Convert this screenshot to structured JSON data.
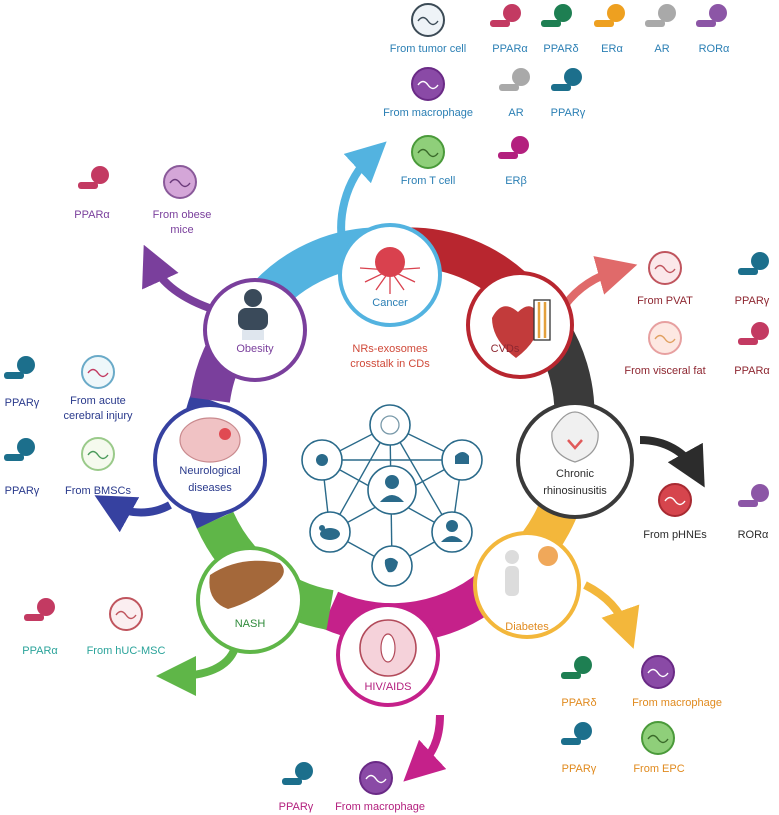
{
  "center": {
    "line1": "NRs-exosomes",
    "line2": "crosstalk in CDs"
  },
  "diseases": {
    "cancer": {
      "label": "Cancer",
      "color": "#53b3e0"
    },
    "cvds": {
      "label": "CVDs",
      "color": "#b8262f"
    },
    "chronic": {
      "line1": "Chronic",
      "line2": "rhinosinusitis",
      "color": "#3a3a3a"
    },
    "diabetes": {
      "label": "Diabetes",
      "color": "#f3b73b"
    },
    "hiv": {
      "label": "HIV/AIDS",
      "color": "#c5218a"
    },
    "nash": {
      "label": "NASH",
      "color": "#5fb648"
    },
    "neuro": {
      "line1": "Neurological",
      "line2": "diseases",
      "color": "#3641a0"
    },
    "obesity": {
      "label": "Obesity",
      "color": "#7a3f9c"
    }
  },
  "sources": {
    "tumor": "From tumor cell",
    "macrophage_cancer": "From macrophage",
    "tcell": "From T cell",
    "obese1": "From obese",
    "obese2": "mice",
    "pvat": "From PVAT",
    "visceral": "From visceral fat",
    "acute1": "From acute",
    "acute2": "cerebral injury",
    "bmscs": "From BMSCs",
    "phnes": "From pHNEs",
    "huc": "From hUC-MSC",
    "macrophage_diab": "From macrophage",
    "epc": "From EPC",
    "macrophage_hiv": "From macrophage"
  },
  "receptors": {
    "cancer_row1": [
      "PPARα",
      "PPARδ",
      "ERα",
      "AR",
      "RORα"
    ],
    "cancer_row2": [
      "AR",
      "PPARγ"
    ],
    "cancer_row3": [
      "ERβ"
    ],
    "obesity": "PPARα",
    "cvd_pvat": "PPARγ",
    "cvd_visceral": "PPARα",
    "neuro_acute": "PPARγ",
    "neuro_bmsc": "PPARγ",
    "chronic": "RORα",
    "nash": "PPARα",
    "diabetes_1": "PPARδ",
    "diabetes_2": "PPARγ",
    "hiv": "PPARγ"
  },
  "colors": {
    "ppara": "#c33a62",
    "ppard": "#1e7f52",
    "ppg": "#1c6f8c",
    "era": "#eea020",
    "ar": "#a9a9a9",
    "rora": "#8c56a6",
    "erb": "#b3207e",
    "text_cancer": "#2b7fb4",
    "text_obesity": "#7a3f9c",
    "text_cvd": "#8e2731",
    "text_neuro": "#2a3a8c",
    "text_chronic": "#2c2c2c",
    "text_nash": "#2aa39a",
    "text_diabetes": "#e08a1e",
    "text_hiv": "#b3207e"
  }
}
